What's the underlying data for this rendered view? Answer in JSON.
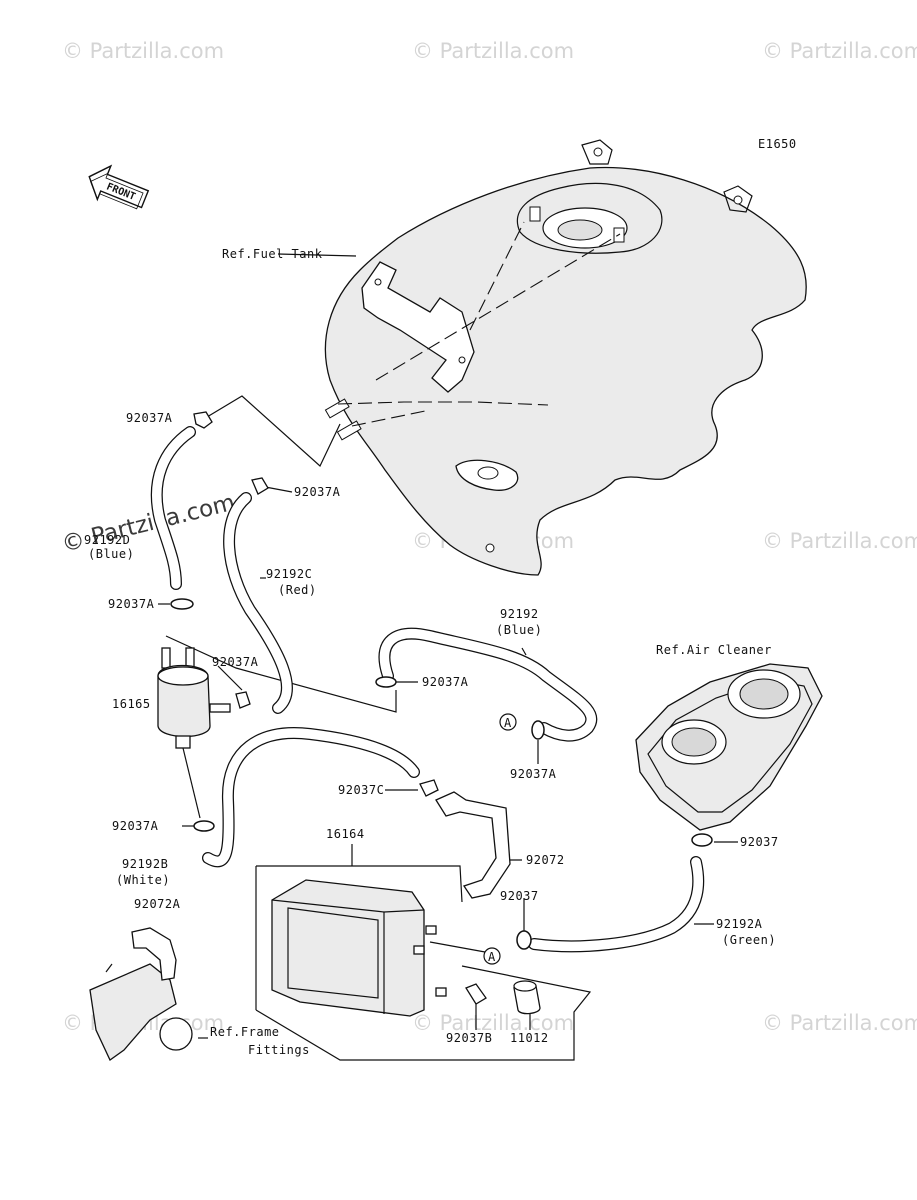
{
  "diagram_code": "E1650",
  "front_arrow": "FRONT",
  "watermark": "© Partzilla.com",
  "parts": {
    "fuel_tank": "Ref.Fuel Tank",
    "air_cleaner": "Ref.Air Cleaner",
    "frame_line1": "Ref.Frame",
    "frame_line2": "Fittings",
    "clamp_92037A_1": "92037A",
    "clamp_92037A_2": "92037A",
    "clamp_92037A_3": "92037A",
    "clamp_92037A_4": "92037A",
    "clamp_92037A_5": "92037A",
    "clamp_92037A_6": "92037A",
    "clamp_92037A_7": "92037A",
    "hose_blue_left_code": "92192D",
    "hose_blue_left_color": "(Blue)",
    "hose_red_code": "92192C",
    "hose_red_color": "(Red)",
    "hose_blue_code": "92192",
    "hose_blue_color": "(Blue)",
    "separator": "16165",
    "clamp_92037C": "92037C",
    "canister": "16164",
    "bracket_92072": "92072",
    "hose_white_code": "92192B",
    "hose_white_color": "(White)",
    "bracket_92072A": "92072A",
    "clamp_92037_1": "92037",
    "clamp_92037_2": "92037",
    "hose_green_code": "92192A",
    "hose_green_color": "(Green)",
    "clamp_92037B": "92037B",
    "cap_11012": "11012",
    "ref_a_1": "A",
    "ref_a_2": "A"
  }
}
